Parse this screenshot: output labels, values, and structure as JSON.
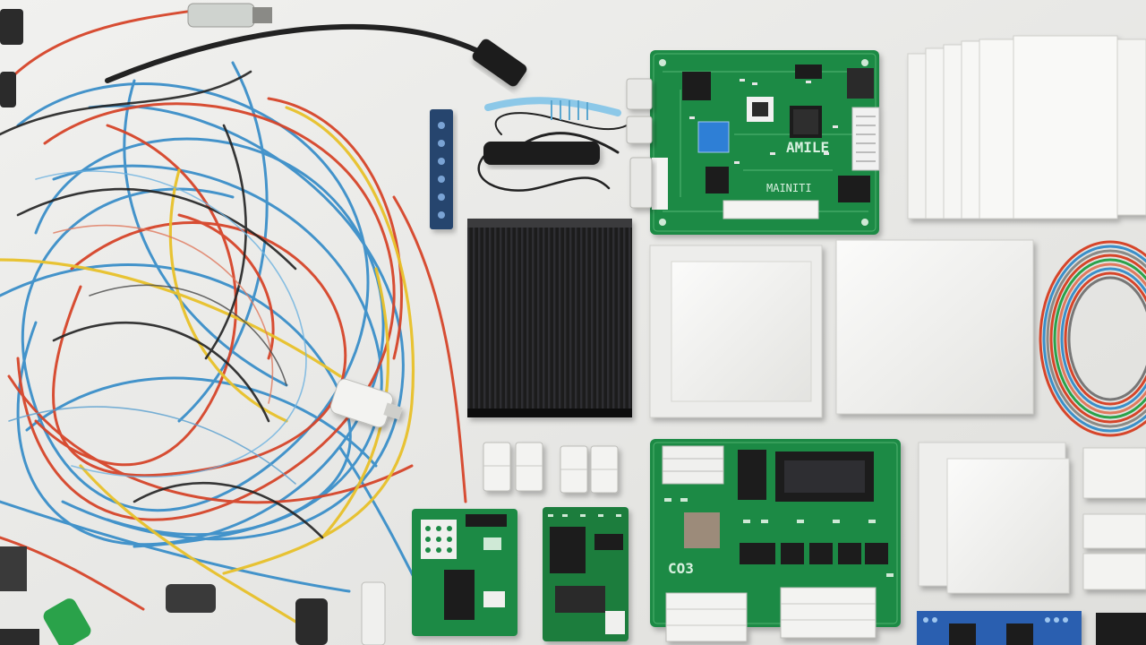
{
  "scene": {
    "background": "#e9e9e7",
    "board_silk_top": "AMILE",
    "board_silk_mid": "MAINITI",
    "board_silk_bottom": "CO3",
    "objects": [
      "wire-bundle",
      "heatsink",
      "pcb-board-top",
      "pcb-board-bottom-center",
      "pcb-board-bottom-left",
      "white-card-stack",
      "white-panels",
      "coiled-cable",
      "connectors",
      "usb-cable"
    ]
  },
  "colors": {
    "pcb_green": "#1f8a45",
    "pcb_dark": "#136b33",
    "wire_red": "#d6452a",
    "wire_blue": "#3b8fc9",
    "wire_yellow": "#e8c12a",
    "wire_black": "#222222",
    "heatsink": "#1b1b1d",
    "white_panel": "#f6f6f4",
    "blue_chip": "#2f7fd6",
    "blue_board": "#2b5fb0"
  }
}
